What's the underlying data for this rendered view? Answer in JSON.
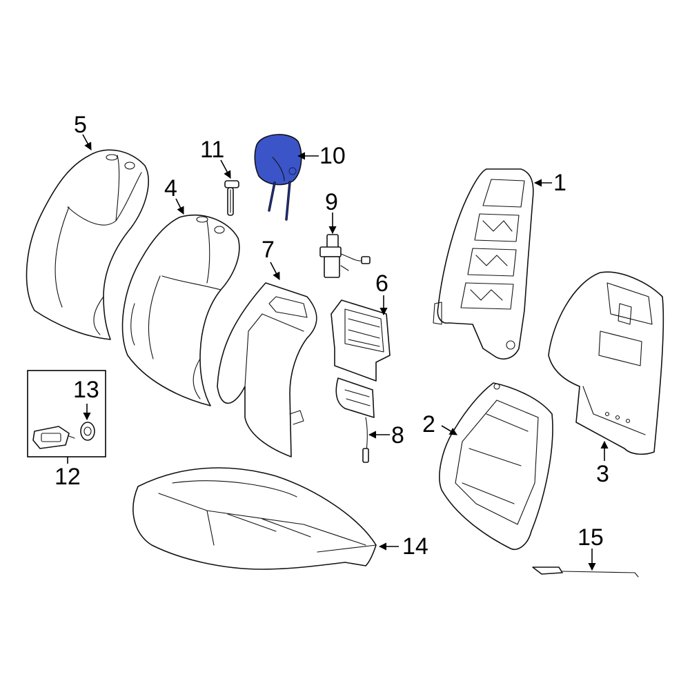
{
  "highlight_color": "#3b55c8",
  "line_color": "#111111",
  "callouts": [
    {
      "id": "1",
      "label": "1"
    },
    {
      "id": "2",
      "label": "2"
    },
    {
      "id": "3",
      "label": "3"
    },
    {
      "id": "4",
      "label": "4"
    },
    {
      "id": "5",
      "label": "5"
    },
    {
      "id": "6",
      "label": "6"
    },
    {
      "id": "7",
      "label": "7"
    },
    {
      "id": "8",
      "label": "8"
    },
    {
      "id": "9",
      "label": "9"
    },
    {
      "id": "10",
      "label": "10"
    },
    {
      "id": "11",
      "label": "11"
    },
    {
      "id": "12",
      "label": "12"
    },
    {
      "id": "13",
      "label": "13"
    },
    {
      "id": "14",
      "label": "14"
    },
    {
      "id": "15",
      "label": "15"
    }
  ]
}
